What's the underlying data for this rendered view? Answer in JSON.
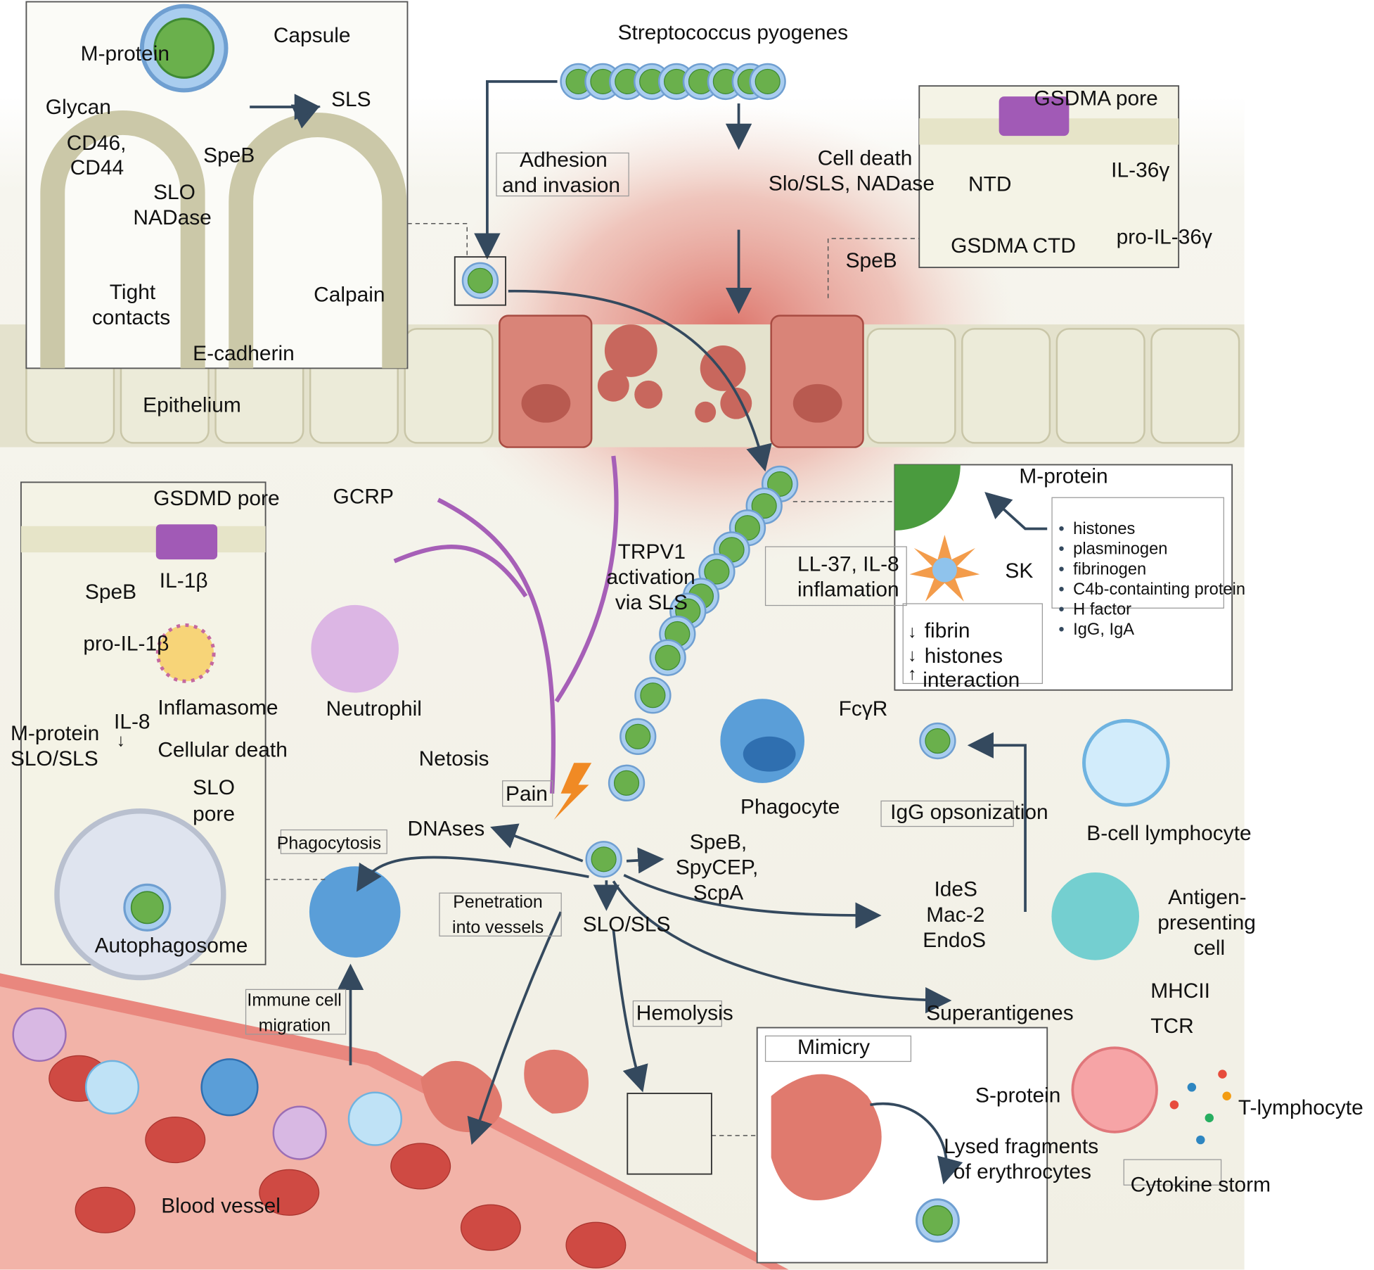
{
  "title": "Streptococcus pyogenes",
  "colors": {
    "bacterium_core": "#6ab04c",
    "capsule": "#a9cdef",
    "inflammation_red": "#e07a6e",
    "vessel": "#d9534f",
    "epithelium": "#e4e2cd",
    "arrow": "#34495e"
  },
  "top_inset": {
    "capsule": "Capsule",
    "m_protein": "M-protein",
    "sls": "SLS",
    "glycan": "Glycan",
    "cd46": "CD46,",
    "cd44": "CD44",
    "speb": "SpeB",
    "slo": "SLO",
    "nadase": "NADase",
    "tight": "Tight",
    "contacts": "contacts",
    "calpain": "Calpain",
    "e_cadherin": "E-cadherin"
  },
  "epithelium": "Epithelium",
  "adhesion": {
    "l1": "Adhesion",
    "l2": "and invasion"
  },
  "cell_death": {
    "l1": "Cell death",
    "l2": "Slo/SLS, NADase"
  },
  "gsdma_inset": {
    "pore": "GSDMA pore",
    "il36": "IL-36γ",
    "ntd": "NTD",
    "ctd": "GSDMA CTD",
    "pro_il36": "pro-IL-36γ"
  },
  "speb_right": "SpeB",
  "left_inset": {
    "gsdmd": "GSDMD pore",
    "speb": "SpeB",
    "il1b": "IL-1β",
    "pro_il1b": "pro-IL-1β",
    "inflamasome": "Inflamasome",
    "m_protein": "M-protein",
    "slo_sls": "SLO/SLS",
    "il8": "IL-8",
    "il8_arrow": "↓",
    "cellular_death": "Cellular death",
    "slo": "SLO",
    "pore": "pore",
    "autophagosome": "Autophagosome"
  },
  "gcrp": "GCRP",
  "trpv1": {
    "l1": "TRPV1",
    "l2": "activation",
    "l3": "via SLS"
  },
  "neutrophil": "Neutrophil",
  "netosis": "Netosis",
  "pain": "Pain",
  "dnases": "DNAses",
  "phagocytosis": "Phagocytosis",
  "penetration": {
    "l1": "Penetration",
    "l2": "into vessels"
  },
  "slo_sls": "SLO/SLS",
  "proteases": {
    "l1": "SpeB,",
    "l2": "SpyCEP,",
    "l3": "ScpA"
  },
  "ides": {
    "l1": "IdeS",
    "l2": "Mac-2",
    "l3": "EndoS"
  },
  "mprot_inset": {
    "title": "M-protein",
    "sk": "SK",
    "ll37": "LL-37, IL-8",
    "inflamation": "inflamation",
    "binds": [
      "histones",
      "plasminogen",
      "fibrinogen",
      "C4b-containting protein",
      "H factor",
      "IgG, IgA"
    ],
    "effects": [
      {
        "arrow": "↓",
        "text": "fibrin"
      },
      {
        "arrow": "↓",
        "text": "histones"
      },
      {
        "arrow": "↑",
        "text": "interaction"
      }
    ]
  },
  "fcgr": "FcγR",
  "phagocyte": "Phagocyte",
  "igg": "IgG opsonization",
  "bcell": "B-cell lymphocyte",
  "apc": {
    "l1": "Antigen-",
    "l2": "presenting",
    "l3": "cell"
  },
  "mhcii": "MHCII",
  "tcr": "TCR",
  "superantigenes": "Superantigenes",
  "tlymph": "T-lymphocyte",
  "cytokine": "Cytokine storm",
  "mimicry": {
    "title": "Mimicry",
    "sprotein": "S-protein",
    "l1": "Lysed fragments",
    "l2": "of erythrocytes"
  },
  "hemolysis": "Hemolysis",
  "immune": {
    "l1": "Immune cell",
    "l2": "migration"
  },
  "blood_vessel": "Blood vessel"
}
